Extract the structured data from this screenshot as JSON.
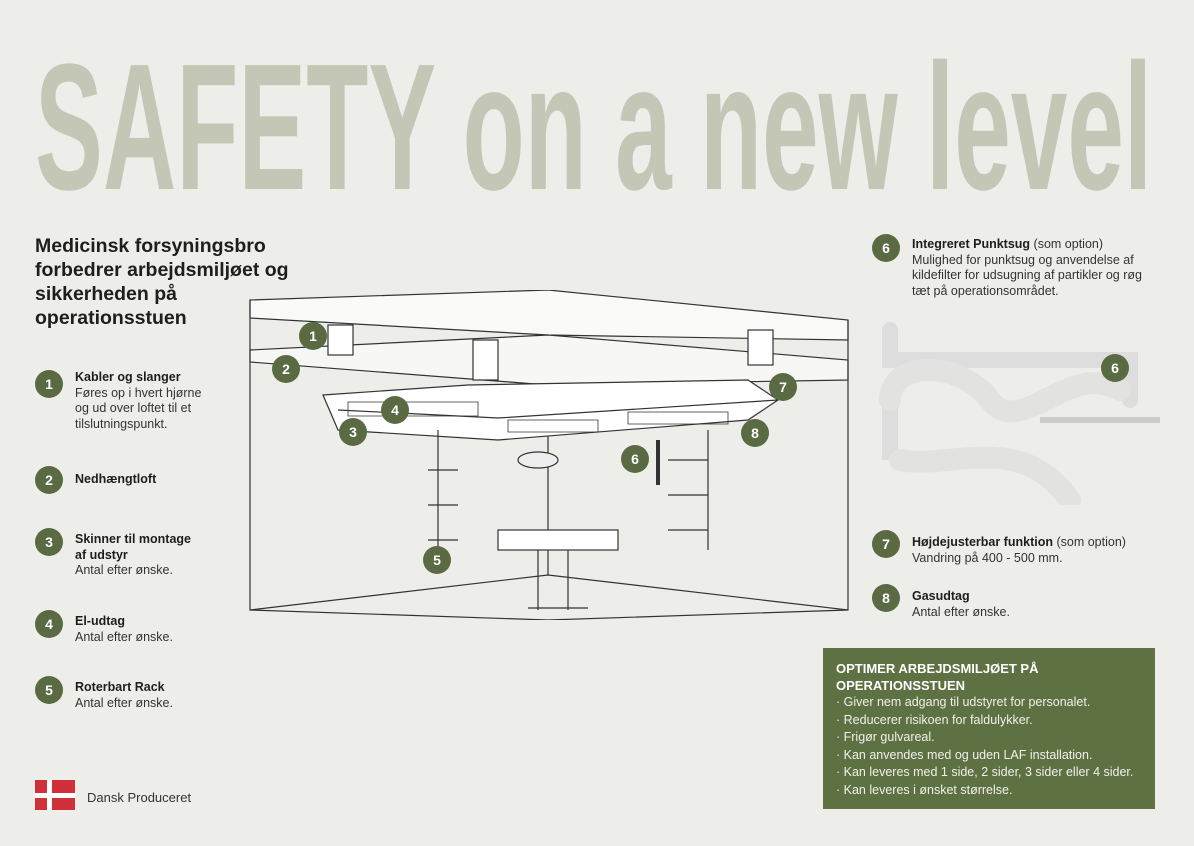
{
  "title": "SAFETY on a new level",
  "intro": "Medicinsk forsyningsbro forbedrer arbejdsmiljøet og sikkerheden på operationsstuen",
  "items": [
    {
      "num": "1",
      "title": "Kabler og slanger",
      "desc": "Føres op i hvert hjørne og ud over loftet til et tilslutningspunkt."
    },
    {
      "num": "2",
      "title": "Nedhængtloft",
      "desc": ""
    },
    {
      "num": "3",
      "title": "Skinner til montage af udstyr",
      "desc": "Antal efter ønske."
    },
    {
      "num": "4",
      "title": "El-udtag",
      "desc": "Antal efter ønske."
    },
    {
      "num": "5",
      "title": "Roterbart Rack",
      "desc": "Antal efter ønske."
    },
    {
      "num": "6",
      "title": "Integreret Punktsug",
      "suffix": " (som option)",
      "desc": "Mulighed for punktsug og anvendelse af kildefilter for udsugning af partikler og røg tæt på operationsområdet."
    },
    {
      "num": "7",
      "title": "Højdejusterbar funktion",
      "suffix": " (som option)",
      "desc": "Vandring på 400 - 500 mm."
    },
    {
      "num": "8",
      "title": "Gasudtag",
      "desc": "Antal efter ønske."
    }
  ],
  "labels": [
    "1",
    "2",
    "3",
    "4",
    "5",
    "6",
    "7",
    "8",
    "6"
  ],
  "box": {
    "heading": "OPTIMER ARBEJDSMILJØET PÅ OPERATIONSSTUEN",
    "bullets": [
      "· Giver nem adgang til udstyret for personalet.",
      "· Reducerer risikoen for faldulykker.",
      "· Frigør gulvareal.",
      "· Kan anvendes med og uden LAF installation.",
      "· Kan leveres med 1 side, 2 sider, 3 sider eller 4 sider.",
      "· Kan leveres i ønsket størrelse."
    ]
  },
  "footer": "Dansk Produceret",
  "colors": {
    "accent": "#5a6a42",
    "title": "#c5c7b6",
    "bg": "#ededea"
  }
}
